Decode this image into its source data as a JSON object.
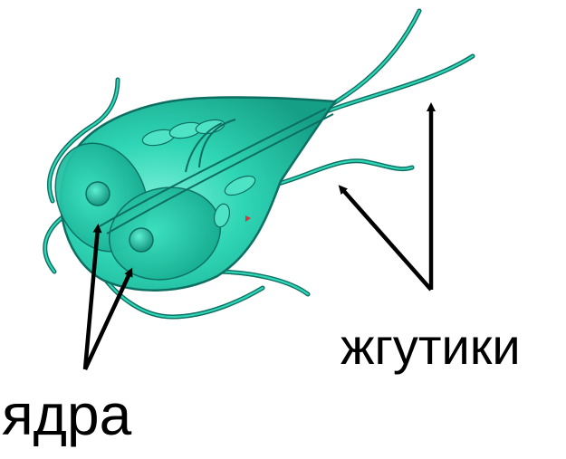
{
  "labels": {
    "flagella": "жгутики",
    "nuclei": "ядра"
  },
  "colors": {
    "body_fill": "#2fd6b6",
    "body_light": "#7df0d8",
    "body_dark": "#159f86",
    "outline": "#0d6e62",
    "flagellum": "#2a9c8c",
    "nucleus": "#1fb49a",
    "arrow": "#000000",
    "spot": "#e0303a"
  },
  "icons": {
    "organism": "giardia-illustration",
    "arrow": "arrow-icon"
  }
}
